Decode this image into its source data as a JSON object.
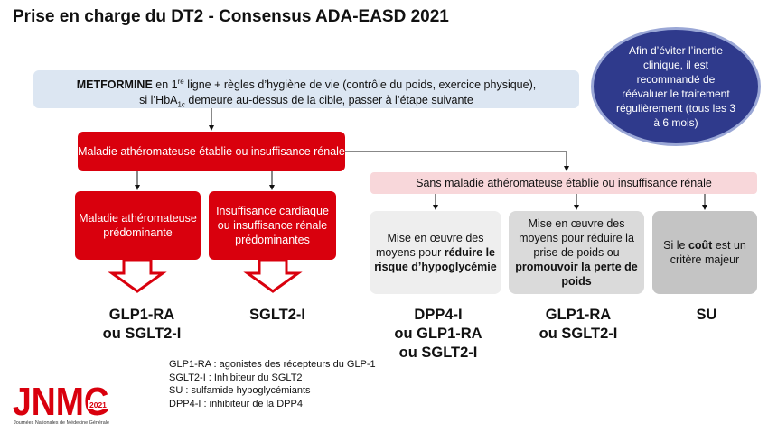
{
  "title": "Prise en charge du DT2 - Consensus ADA-EASD 2021",
  "metformin": {
    "drug": "METFORMINE",
    "line1_before_sup": "en 1",
    "line1_sup": "re",
    "line1_after": " ligne + règles d’hygiène de vie (contrôle du poids, exercice physique),",
    "line2_before": "si l’HbA",
    "line2_sub": "1c",
    "line2_after": " demeure au-dessus de la cible, passer à l’étape suivante"
  },
  "advice": "Afin d’éviter l’inertie clinique, il est recommandé de réévaluer le traitement régulièrement (tous les 3 à 6 mois)",
  "atheroma_box": "Maladie athéromateuse établie ou insuffisance rénale",
  "sub_left": "Maladie athéromateuse prédominante",
  "sub_right": "Insuffisance cardiaque ou insuffisance rénale prédominantes",
  "no_atheroma_box": "Sans maladie athéromateuse établie ou insuffisance rénale",
  "grey1": {
    "before": "Mise en œuvre des moyens pour ",
    "bold": "réduire le risque d’hypoglycémie",
    "after": ""
  },
  "grey2": {
    "before": "Mise en œuvre des moyens pour réduire la prise de poids ou ",
    "bold": "promouvoir la perte de poids",
    "after": ""
  },
  "grey3": {
    "before": "Si le ",
    "bold": "coût",
    "after": " est un critère majeur"
  },
  "results": [
    {
      "line1": "GLP1-RA",
      "line2": "ou SGLT2-I",
      "line3": ""
    },
    {
      "line1": "SGLT2-I",
      "line2": "",
      "line3": ""
    },
    {
      "line1": "DPP4-I",
      "line2": "ou GLP1-RA",
      "line3": "ou SGLT2-I"
    },
    {
      "line1": "GLP1-RA",
      "line2": "ou SGLT2-I",
      "line3": ""
    },
    {
      "line1": "SU",
      "line2": "",
      "line3": ""
    }
  ],
  "legend": [
    "GLP1-RA : agonistes des récepteurs du GLP-1",
    "SGLT2-I : Inhibiteur du SGLT2",
    "SU : sulfamide hypoglycémiants",
    "DPP4-I : inhibiteur de la DPP4"
  ],
  "logo": {
    "main": "JNMG",
    "year": "2021",
    "subtitle": "Journées Nationales de Médecine Générale"
  },
  "colors": {
    "red": "#d9000d",
    "navy": "#2f3a8c",
    "light_blue": "#dce6f2",
    "pink": "#f8d7da"
  }
}
